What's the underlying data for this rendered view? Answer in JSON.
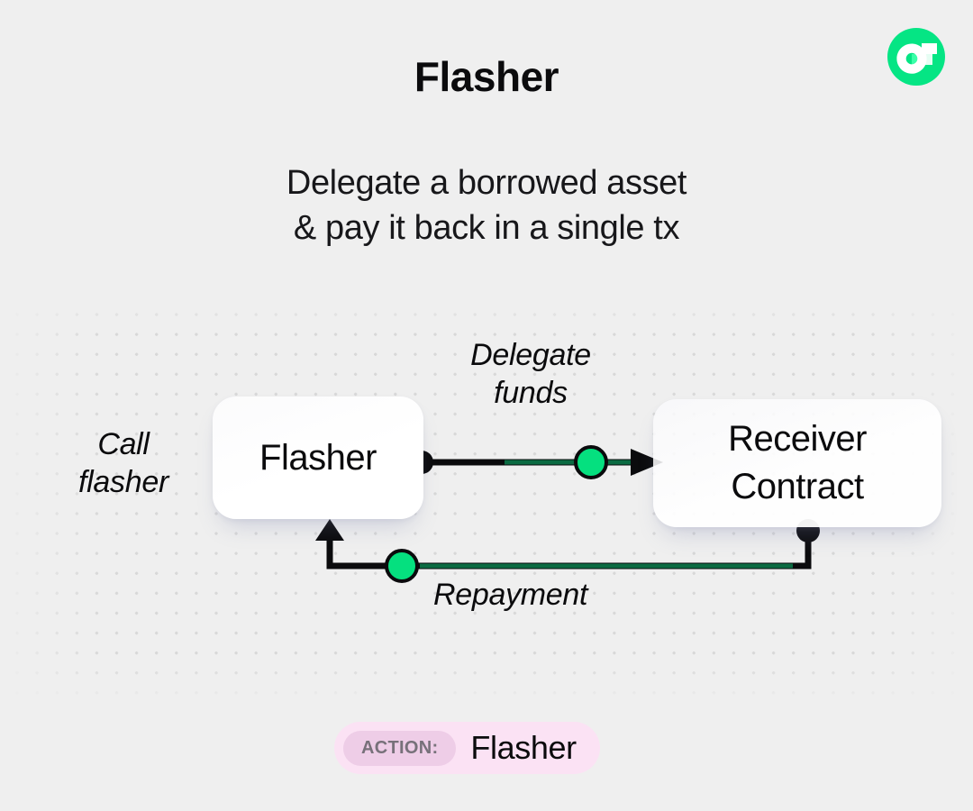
{
  "header": {
    "title": "Flasher",
    "logo_icon": "flashstake-logo-icon",
    "logo_color": "#05e584"
  },
  "subtitle": {
    "line1": "Delegate a borrowed asset",
    "line2": "& pay it back in a single tx"
  },
  "diagram": {
    "background_color": "#efefef",
    "dot_color": "#d8d8d8",
    "accent_color": "#05e07f",
    "nodes": [
      {
        "id": "flasher",
        "label": "Flasher"
      },
      {
        "id": "receiver",
        "label_line1": "Receiver",
        "label_line2": "Contract"
      }
    ],
    "labels": {
      "call_line1": "Call",
      "call_line2": "flasher",
      "delegate_line1": "Delegate",
      "delegate_line2": "funds",
      "repayment": "Repayment"
    }
  },
  "badge": {
    "chip_label": "ACTION:",
    "value": "Flasher",
    "background_color": "#fbe2f4",
    "chip_background_color": "#eecde7"
  }
}
